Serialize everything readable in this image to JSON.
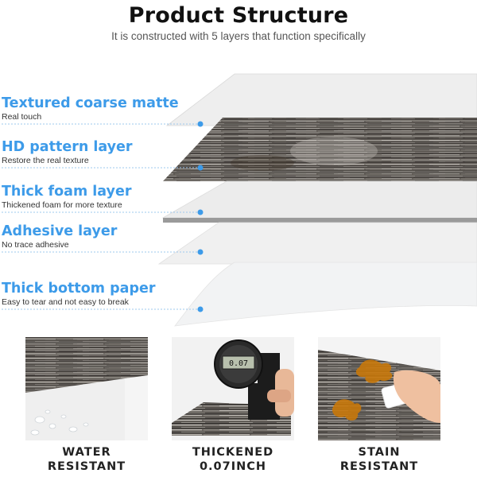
{
  "header": {
    "title": "Product Structure",
    "subtitle": "It is constructed with 5 layers that function specifically"
  },
  "layers": [
    {
      "name": "Textured coarse matte",
      "desc": "Real touch"
    },
    {
      "name": "HD pattern layer",
      "desc": "Restore the real texture"
    },
    {
      "name": "Thick foam layer",
      "desc": "Thickened foam for more texture"
    },
    {
      "name": "Adhesive layer",
      "desc": "No trace adhesive"
    },
    {
      "name": "Thick bottom paper",
      "desc": "Easy to tear and not easy to break"
    }
  ],
  "features": [
    {
      "line1": "WATER",
      "line2": "RESISTANT"
    },
    {
      "line1": "THICKENED 0.07INCH",
      "line2": ""
    },
    {
      "line1": "STAIN",
      "line2": "RESISTANT"
    }
  ],
  "gauge": {
    "reading": "0.07"
  },
  "colors": {
    "accent": "#3d9be9",
    "stain": "#c8780a"
  }
}
